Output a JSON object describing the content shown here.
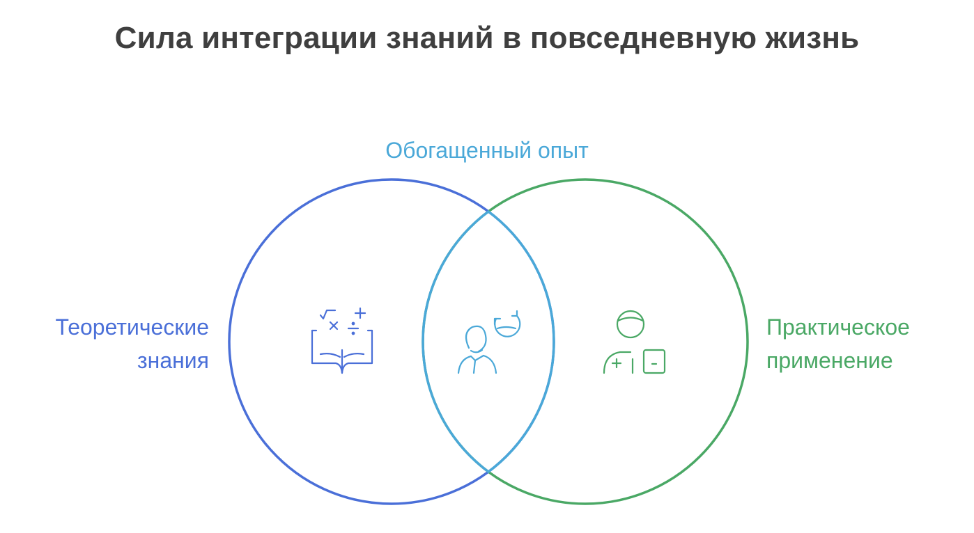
{
  "title": "Сила интеграции знаний в повседневную жизнь",
  "sets": {
    "left": {
      "label_lines": [
        "Теоретические",
        "знания"
      ],
      "color": "#4a6fd8",
      "icon": "book-math-icon"
    },
    "right": {
      "label_lines": [
        "Практическое",
        "применение"
      ],
      "color": "#4aa865",
      "icon": "person-tablet-icon"
    },
    "intersection": {
      "label": "Обогащенный опыт",
      "color": "#4aa8d8",
      "icon": "person-rotate-icon"
    }
  }
}
